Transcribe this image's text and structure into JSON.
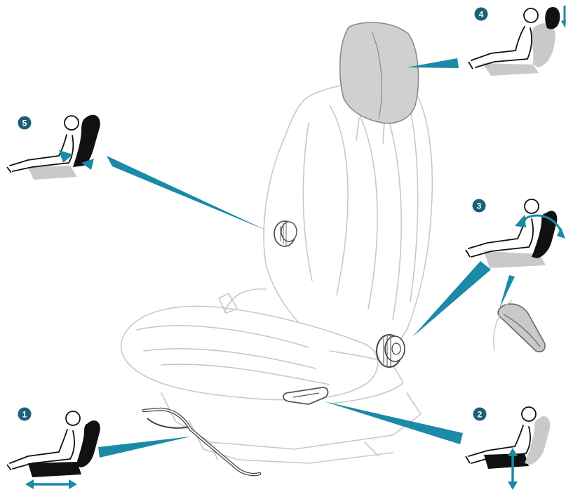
{
  "diagram": {
    "colors": {
      "accent": "#1a8aa6",
      "badge": "#1b5f79",
      "outline": "#c8c8c8",
      "body_black": "#111111",
      "panel_gray": "#c9c9c9",
      "headrest_gray": "#cccccc"
    },
    "callouts": [
      {
        "number": "1",
        "label": "seat-slide"
      },
      {
        "number": "2",
        "label": "seat-height"
      },
      {
        "number": "3",
        "label": "backrest-angle"
      },
      {
        "number": "4",
        "label": "head-restraint"
      },
      {
        "number": "5",
        "label": "lumbar-support"
      }
    ]
  }
}
